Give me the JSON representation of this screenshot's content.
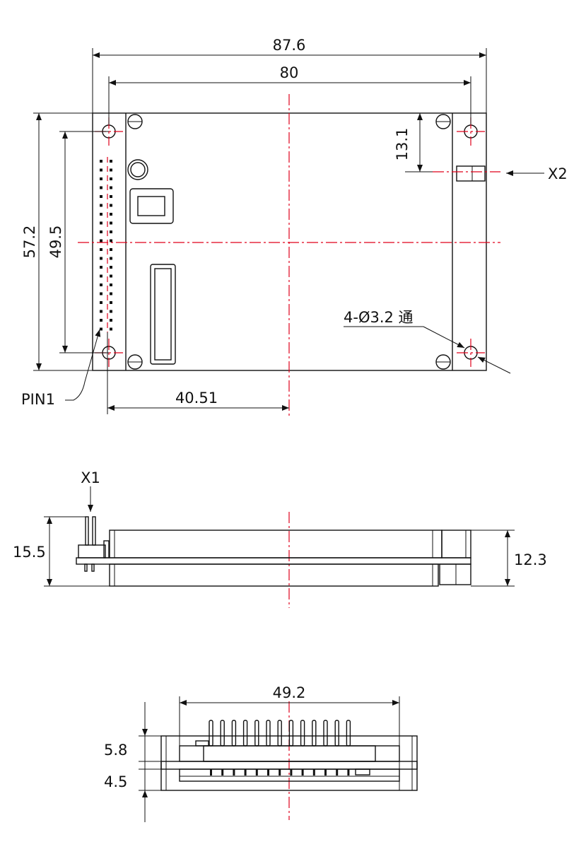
{
  "colors": {
    "line": "#111111",
    "centerline": "#e0001b",
    "background": "#ffffff"
  },
  "top_view": {
    "dim_overall_width": "87.6",
    "dim_hole_spacing_x": "80",
    "dim_overall_height": "57.2",
    "dim_hole_spacing_y": "49.5",
    "dim_x2_offset": "13.1",
    "dim_center_offset": "40.51",
    "label_pin1": "PIN1",
    "label_x2": "X2",
    "label_holes": "4-Ø3.2 通"
  },
  "side_view": {
    "label_x1": "X1",
    "dim_total_height": "15.5",
    "dim_body_height": "12.3"
  },
  "end_view": {
    "dim_header_width": "49.2",
    "dim_upper": "5.8",
    "dim_lower": "4.5"
  }
}
